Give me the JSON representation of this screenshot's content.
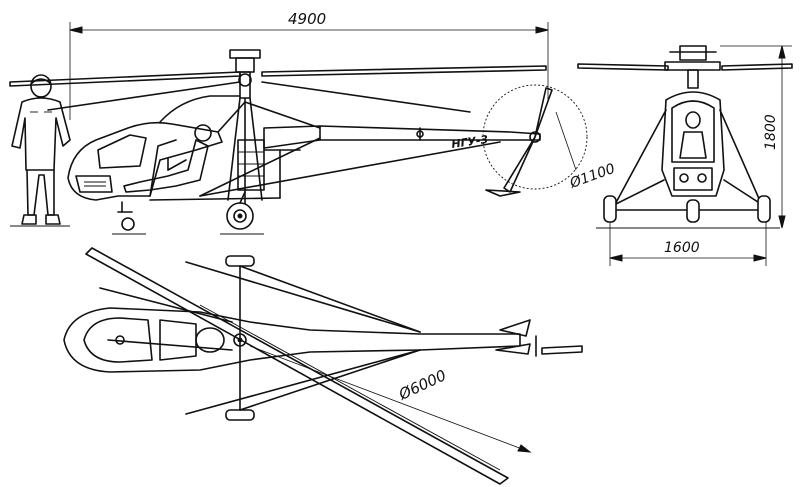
{
  "dimensions": {
    "overall_length": "4900",
    "tail_rotor_diameter": "Ø1100",
    "height": "1800",
    "track_width": "1600",
    "main_rotor_diameter": "Ø6000"
  },
  "markings": {
    "tail_boom_label": "НГУ-3"
  }
}
